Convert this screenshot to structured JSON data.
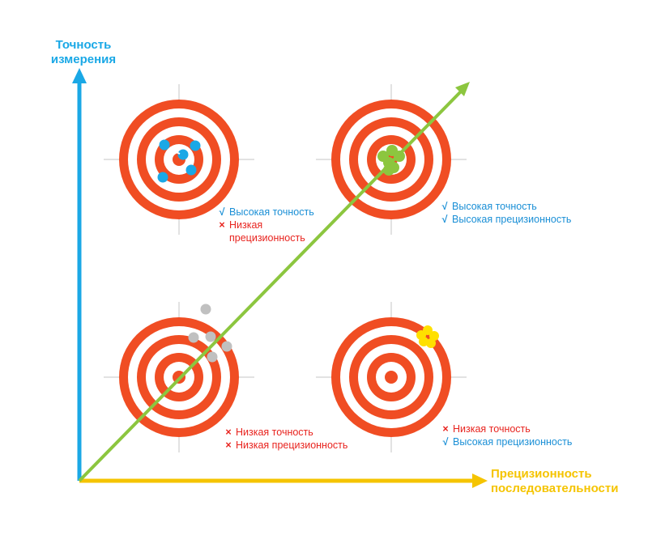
{
  "axes": {
    "y_label": "Точность измерения",
    "x_label": "Прецизионность последовательности",
    "y_color": "#1aa8e6",
    "x_color": "#f5c400",
    "diagonal_color": "#8cc63f"
  },
  "target_colors": {
    "ring": "#f04d23",
    "gap": "#ffffff",
    "crosshair": "#d8d8d8"
  },
  "quadrants": [
    {
      "id": "top-left",
      "dot_color": "#1aa8e6",
      "captions": [
        {
          "symbol": "√",
          "text": "Высокая точность",
          "color": "#1a8fd6"
        },
        {
          "symbol": "×",
          "text": "Низкая прецизионность",
          "color": "#e8231e"
        }
      ]
    },
    {
      "id": "top-right",
      "dot_color": "#8cc63f",
      "captions": [
        {
          "symbol": "√",
          "text": "Высокая точность",
          "color": "#1a8fd6"
        },
        {
          "symbol": "√",
          "text": "Высокая прецизионность",
          "color": "#1a8fd6"
        }
      ]
    },
    {
      "id": "bottom-left",
      "dot_color": "#c0c0c0",
      "captions": [
        {
          "symbol": "×",
          "text": "Низкая точность",
          "color": "#e8231e"
        },
        {
          "symbol": "×",
          "text": "Низкая прецизионность",
          "color": "#e8231e"
        }
      ]
    },
    {
      "id": "bottom-right",
      "dot_color": "#ffe000",
      "captions": [
        {
          "symbol": "×",
          "text": "Низкая точность",
          "color": "#e8231e"
        },
        {
          "symbol": "√",
          "text": "Высокая прецизионность",
          "color": "#1a8fd6"
        }
      ]
    }
  ]
}
